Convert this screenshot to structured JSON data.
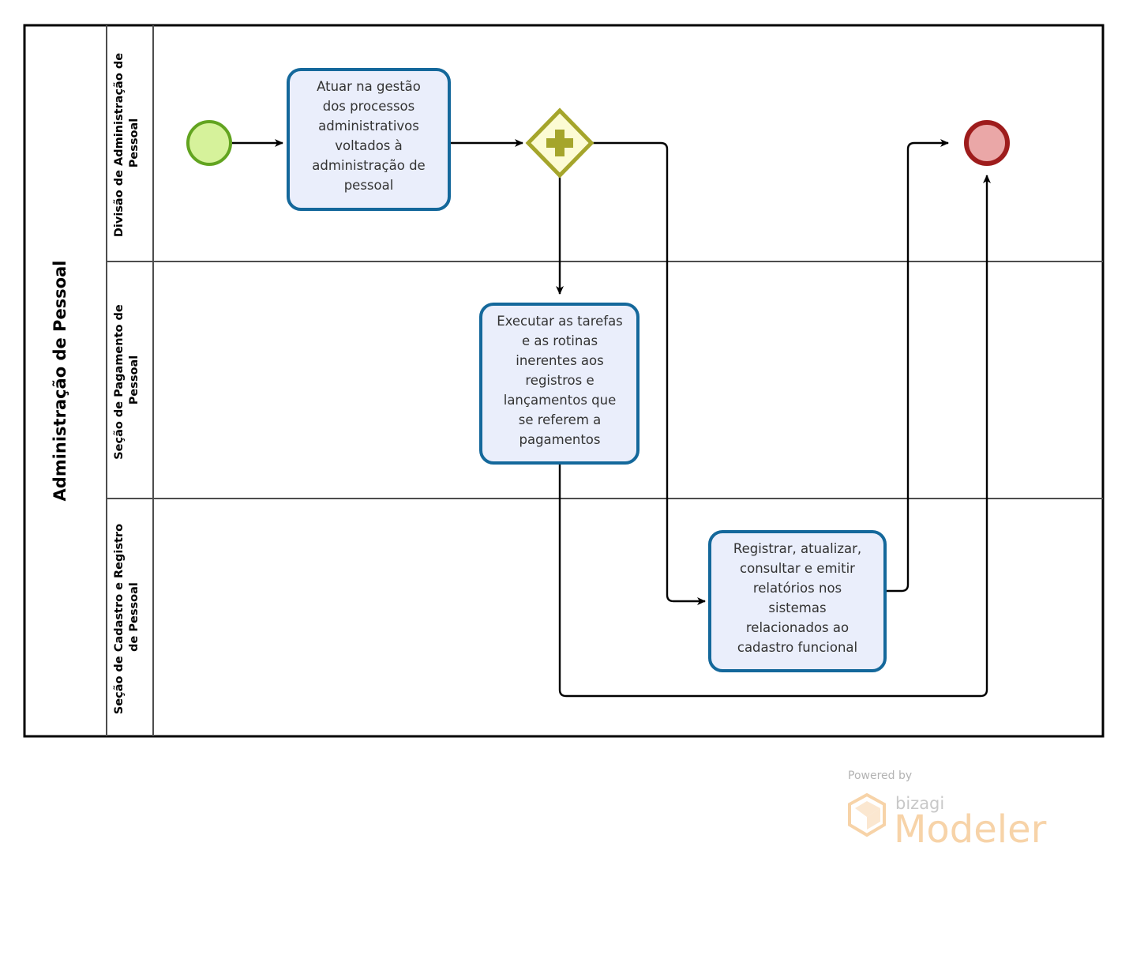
{
  "diagram": {
    "type": "bpmn-process-diagram",
    "tool": "Bizagi Modeler",
    "pool": {
      "label": "Administração de Pessoal"
    },
    "lanes": [
      {
        "id": "lane-divisao",
        "label": "Divisão de Administração de Pessoal"
      },
      {
        "id": "lane-pagamento",
        "label": "Seção de Pagamento de Pessoal"
      },
      {
        "id": "lane-cadastro",
        "label": "Seção de Cadastro e Registro de Pessoal"
      }
    ],
    "events": [
      {
        "id": "start-event",
        "kind": "start",
        "label": "",
        "color": "#d6f29b",
        "stroke": "#62a420"
      },
      {
        "id": "end-event",
        "kind": "end",
        "label": "",
        "color": "#eaa7a7",
        "stroke": "#9e1c1c"
      }
    ],
    "gateways": [
      {
        "id": "parallel-gateway",
        "kind": "parallel",
        "symbol": "plus",
        "label": "",
        "color": "#fcfbd4",
        "stroke": "#a5a52b"
      }
    ],
    "tasks": [
      {
        "id": "task-atuar-gestao",
        "lane": "lane-divisao",
        "lines": [
          "Atuar na gestão",
          "dos processos",
          "administrativos",
          "voltados à",
          "administração de",
          "pessoal"
        ]
      },
      {
        "id": "task-executar-tarefas",
        "lane": "lane-pagamento",
        "lines": [
          "Executar as tarefas",
          "e as rotinas",
          "inerentes aos",
          "registros e",
          "lançamentos  que",
          "se referem a",
          "pagamentos"
        ]
      },
      {
        "id": "task-registrar-atualizar",
        "lane": "lane-cadastro",
        "lines": [
          "Registrar, atualizar,",
          "consultar e emitir",
          "relatórios nos",
          "sistemas",
          "relacionados ao",
          "cadastro funcional"
        ]
      }
    ],
    "flows": [
      {
        "id": "flow-start-to-task1",
        "from": "start-event",
        "to": "task-atuar-gestao"
      },
      {
        "id": "flow-task1-to-gateway",
        "from": "task-atuar-gestao",
        "to": "parallel-gateway"
      },
      {
        "id": "flow-gateway-to-task2",
        "from": "parallel-gateway",
        "to": "task-executar-tarefas"
      },
      {
        "id": "flow-gateway-to-task3",
        "from": "parallel-gateway",
        "to": "task-registrar-atualizar"
      },
      {
        "id": "flow-task3-to-end",
        "from": "task-registrar-atualizar",
        "to": "end-event"
      },
      {
        "id": "flow-task2-to-end",
        "from": "task-executar-tarefas",
        "to": "end-event"
      }
    ]
  },
  "watermark": {
    "powered_by": "Powered by",
    "brand": "bizagi",
    "product": "Modeler"
  },
  "colors": {
    "task_fill": "#eaeefb",
    "task_stroke": "#14689b",
    "start_fill": "#d6f29b",
    "start_stroke": "#62a420",
    "end_fill": "#eaa7a7",
    "end_stroke": "#9e1c1c",
    "gateway_fill": "#fcfbd4",
    "gateway_stroke": "#a5a52b",
    "lane_line": "#4d4d4d",
    "flow_line": "#000000",
    "watermark_accent": "#f7d3a8"
  }
}
